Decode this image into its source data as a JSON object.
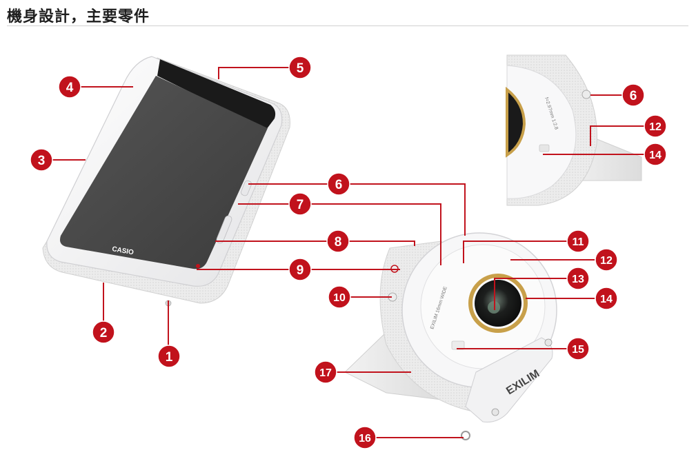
{
  "page": {
    "title": "機身設計，主要零件"
  },
  "product": {
    "monitor_logo": "CASIO",
    "camera_logo": "EXILIM",
    "lens_ring_text": "EXILIM 16mm WIDE",
    "focal_text": "f=2.97mm 1:2.8"
  },
  "colors": {
    "callout_fill": "#c1121c",
    "leader_line": "#c1121c",
    "title_rule": "#d0d0d0",
    "lens_ring": "#c8a04a"
  },
  "callouts": [
    {
      "id": "callout-1",
      "label": "1"
    },
    {
      "id": "callout-2",
      "label": "2"
    },
    {
      "id": "callout-3",
      "label": "3"
    },
    {
      "id": "callout-4",
      "label": "4"
    },
    {
      "id": "callout-5",
      "label": "5"
    },
    {
      "id": "callout-6a",
      "label": "6"
    },
    {
      "id": "callout-7",
      "label": "7"
    },
    {
      "id": "callout-8",
      "label": "8"
    },
    {
      "id": "callout-9",
      "label": "9"
    },
    {
      "id": "callout-10",
      "label": "10"
    },
    {
      "id": "callout-11",
      "label": "11"
    },
    {
      "id": "callout-12a",
      "label": "12"
    },
    {
      "id": "callout-13",
      "label": "13"
    },
    {
      "id": "callout-14a",
      "label": "14"
    },
    {
      "id": "callout-15",
      "label": "15"
    },
    {
      "id": "callout-16",
      "label": "16"
    },
    {
      "id": "callout-17",
      "label": "17"
    },
    {
      "id": "callout-6b",
      "label": "6"
    },
    {
      "id": "callout-12b",
      "label": "12"
    },
    {
      "id": "callout-14b",
      "label": "14"
    }
  ]
}
